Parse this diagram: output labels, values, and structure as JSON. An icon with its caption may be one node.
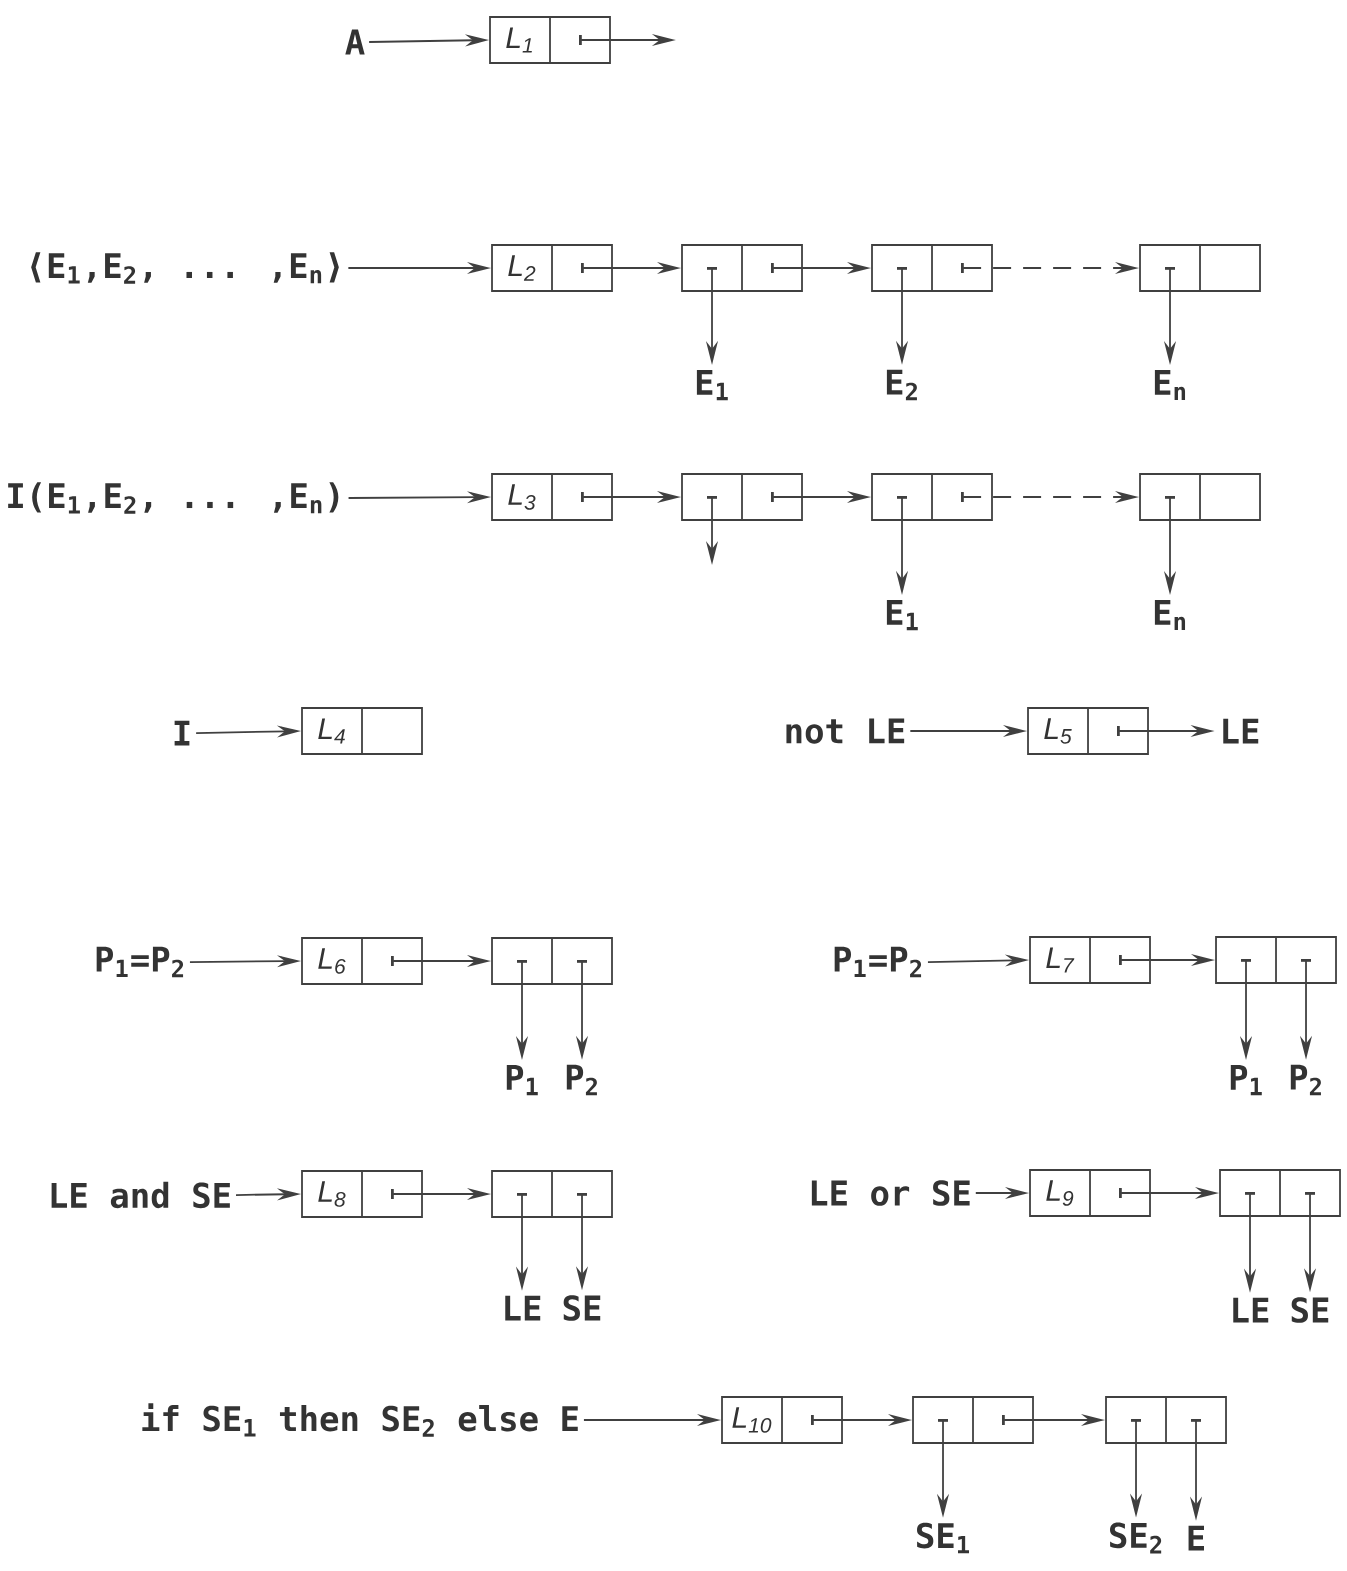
{
  "diagram": {
    "nodes": [
      {
        "text": [
          "A"
        ]
      },
      {
        "text": [
          "L$_{1}$"
        ]
      },
      {
        "text": [
          "⟨E$_{1}$,E$_{2}$, ... ,E$_{n}$⟩"
        ]
      },
      {
        "text": [
          "L$_{2}$"
        ]
      },
      {
        "text": [],
        "shape": "box"
      },
      {
        "text": [],
        "shape": "box"
      },
      {
        "text": [],
        "shape": "box"
      },
      {
        "text": [
          "E$_{1}$"
        ]
      },
      {
        "text": [
          "E$_{2}$"
        ]
      },
      {
        "text": [
          "E$_{n}$"
        ]
      },
      {
        "text": [
          "I(E$_{1}$,E$_{2}$, ... ,E$_{n}$)"
        ]
      },
      {
        "text": [
          "L$_{3}$"
        ]
      },
      {
        "text": [],
        "shape": "box"
      },
      {
        "text": [],
        "shape": "box"
      },
      {
        "text": [],
        "shape": "box"
      },
      {
        "text": [
          "E$_{1}$"
        ]
      },
      {
        "text": [
          "E$_{n}$"
        ]
      },
      {
        "text": [
          "I"
        ]
      },
      {
        "text": [
          "L$_{4}$"
        ]
      },
      {
        "text": [
          "not LE"
        ]
      },
      {
        "text": [
          "L$_{5}$"
        ]
      },
      {
        "text": [
          "LE"
        ]
      },
      {
        "text": [
          "P$_{1}$=P$_{2}$"
        ]
      },
      {
        "text": [
          "L$_{6}$"
        ]
      },
      {
        "text": [],
        "shape": "box"
      },
      {
        "text": [
          "P$_{1}$"
        ]
      },
      {
        "text": [
          "P$_{2}$"
        ]
      },
      {
        "text": [
          "P$_{1}$=P$_{2}$"
        ]
      },
      {
        "text": [
          "L$_{7}$"
        ]
      },
      {
        "text": [],
        "shape": "box"
      },
      {
        "text": [
          "P$_{1}$"
        ]
      },
      {
        "text": [
          "P$_{2}$"
        ]
      },
      {
        "text": [
          "LE and SE"
        ]
      },
      {
        "text": [
          "L$_{8}$"
        ]
      },
      {
        "text": [],
        "shape": "box"
      },
      {
        "text": [
          "LE"
        ]
      },
      {
        "text": [
          "SE"
        ]
      },
      {
        "text": [
          "LE or SE"
        ]
      },
      {
        "text": [
          "L$_{9}$"
        ]
      },
      {
        "text": [],
        "shape": "box"
      },
      {
        "text": [
          "LE"
        ]
      },
      {
        "text": [
          "SE"
        ]
      },
      {
        "text": [
          "if SE$_{1}$ then SE$_{2}$ else E"
        ]
      },
      {
        "text": [
          "L$_{10}$"
        ]
      },
      {
        "text": [],
        "shape": "box"
      },
      {
        "text": [],
        "shape": "box"
      },
      {
        "text": [
          "SE$_{1}$"
        ]
      },
      {
        "text": [
          "SE$_{2}$"
        ]
      },
      {
        "text": [
          "E"
        ]
      }
    ],
    "edges": [
      {
        "from": 0,
        "to": 1,
        "arrow": "to"
      },
      {
        "from": 1,
        "to": null,
        "arrow": "to"
      },
      {
        "from": 2,
        "to": 3,
        "arrow": "to"
      },
      {
        "from": 3,
        "to": 4,
        "arrow": "to"
      },
      {
        "from": 4,
        "to": 5,
        "arrow": "to"
      },
      {
        "from": 5,
        "to": 6,
        "arrow": "to",
        "style": "dashed"
      },
      {
        "from": 4,
        "to": 7,
        "arrow": "to"
      },
      {
        "from": 5,
        "to": 8,
        "arrow": "to"
      },
      {
        "from": 6,
        "to": 9,
        "arrow": "to"
      },
      {
        "from": 10,
        "to": 11,
        "arrow": "to"
      },
      {
        "from": 11,
        "to": 12,
        "arrow": "to"
      },
      {
        "from": 12,
        "to": 13,
        "arrow": "to"
      },
      {
        "from": 13,
        "to": 14,
        "arrow": "to",
        "style": "dashed"
      },
      {
        "from": 12,
        "to": null,
        "arrow": "to"
      },
      {
        "from": 13,
        "to": 15,
        "arrow": "to"
      },
      {
        "from": 14,
        "to": 16,
        "arrow": "to"
      },
      {
        "from": 17,
        "to": 18,
        "arrow": "to"
      },
      {
        "from": 19,
        "to": 20,
        "arrow": "to"
      },
      {
        "from": 20,
        "to": 21,
        "arrow": "to"
      },
      {
        "from": 22,
        "to": 23,
        "arrow": "to"
      },
      {
        "from": 23,
        "to": 24,
        "arrow": "to"
      },
      {
        "from": 24,
        "to": 25,
        "arrow": "to"
      },
      {
        "from": 24,
        "to": 26,
        "arrow": "to"
      },
      {
        "from": 27,
        "to": 28,
        "arrow": "to"
      },
      {
        "from": 28,
        "to": 29,
        "arrow": "to"
      },
      {
        "from": 29,
        "to": 30,
        "arrow": "to"
      },
      {
        "from": 29,
        "to": 31,
        "arrow": "to"
      },
      {
        "from": 32,
        "to": 33,
        "arrow": "to"
      },
      {
        "from": 33,
        "to": 34,
        "arrow": "to"
      },
      {
        "from": 34,
        "to": 35,
        "arrow": "to"
      },
      {
        "from": 34,
        "to": 36,
        "arrow": "to"
      },
      {
        "from": 37,
        "to": 38,
        "arrow": "to"
      },
      {
        "from": 38,
        "to": 39,
        "arrow": "to"
      },
      {
        "from": 39,
        "to": 40,
        "arrow": "to"
      },
      {
        "from": 39,
        "to": 41,
        "arrow": "to"
      },
      {
        "from": 42,
        "to": 43,
        "arrow": "to"
      },
      {
        "from": 43,
        "to": 44,
        "arrow": "to"
      },
      {
        "from": 44,
        "to": 45,
        "arrow": "to"
      },
      {
        "from": 44,
        "to": 46,
        "arrow": "to"
      },
      {
        "from": 45,
        "to": 47,
        "arrow": "to"
      },
      {
        "from": 45,
        "to": 48,
        "arrow": "to"
      }
    ]
  }
}
